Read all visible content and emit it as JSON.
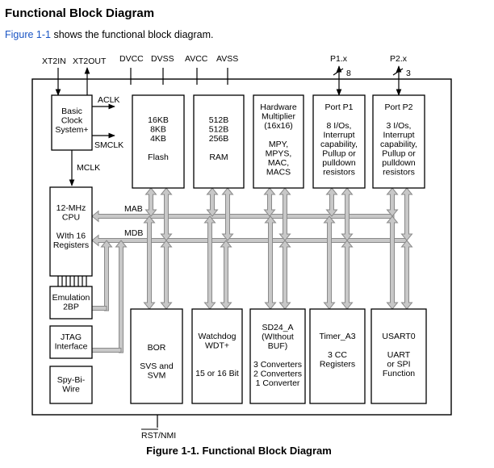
{
  "page": {
    "heading": "Functional Block Diagram",
    "intro_link": "Figure 1-1",
    "intro_text": " shows the functional block diagram.",
    "caption": "Figure 1-1. Functional Block Diagram"
  },
  "pins": {
    "xt2in": "XT2IN",
    "xt2out": "XT2OUT",
    "dvcc": "DVCC",
    "dvss": "DVSS",
    "avcc": "AVCC",
    "avss": "AVSS",
    "p1x": "P1.x",
    "p1x_count": "8",
    "p2x": "P2.x",
    "p2x_count": "3",
    "rst": "RST/NMI"
  },
  "signals": {
    "aclk": "ACLK",
    "smclk": "SMCLK",
    "mclk": "MCLK",
    "mab": "MAB",
    "mdb": "MDB"
  },
  "blocks": {
    "basic_clock": [
      "Basic",
      "Clock",
      "System+"
    ],
    "flash": [
      "16KB",
      "8KB",
      "4KB",
      "",
      "Flash"
    ],
    "ram": [
      "512B",
      "512B",
      "256B",
      "",
      "RAM"
    ],
    "multiplier": [
      "Hardware",
      "Multiplier",
      "(16x16)",
      "",
      "MPY,",
      "MPYS,",
      "MAC,",
      "MACS"
    ],
    "port_p1": [
      "Port P1",
      "",
      "8 I/Os,",
      "Interrupt",
      "capability,",
      "Pullup or",
      "pulldown",
      "resistors"
    ],
    "port_p2": [
      "Port P2",
      "",
      "3 I/Os,",
      "Interrupt",
      "capability,",
      "Pullup or",
      "pulldown",
      "resistors"
    ],
    "cpu": [
      "12-MHz",
      "CPU",
      "",
      "WIth 16",
      "Registers"
    ],
    "emulation": [
      "Emulation",
      "2BP"
    ],
    "jtag": [
      "JTAG",
      "Interface"
    ],
    "spy_bi_wire": [
      "Spy-Bi-",
      "Wire"
    ],
    "bor": [
      "BOR",
      "",
      "SVS and",
      "SVM"
    ],
    "watchdog": [
      "Watchdog",
      "WDT+",
      "",
      "",
      "15 or 16 Bit"
    ],
    "sd24": [
      "SD24_A",
      "(WIthout",
      "BUF)",
      "",
      "3 Converters",
      "2 Converters",
      "1 Converter"
    ],
    "timer": [
      "Timer_A3",
      "",
      "3 CC",
      "Registers"
    ],
    "usart": [
      "USART0",
      "",
      "UART",
      "or SPI",
      "Function"
    ]
  },
  "colors": {
    "bus_fill": "#c8c8c8",
    "bus_stroke": "#8a8a8a",
    "link": "#1a55c4"
  }
}
